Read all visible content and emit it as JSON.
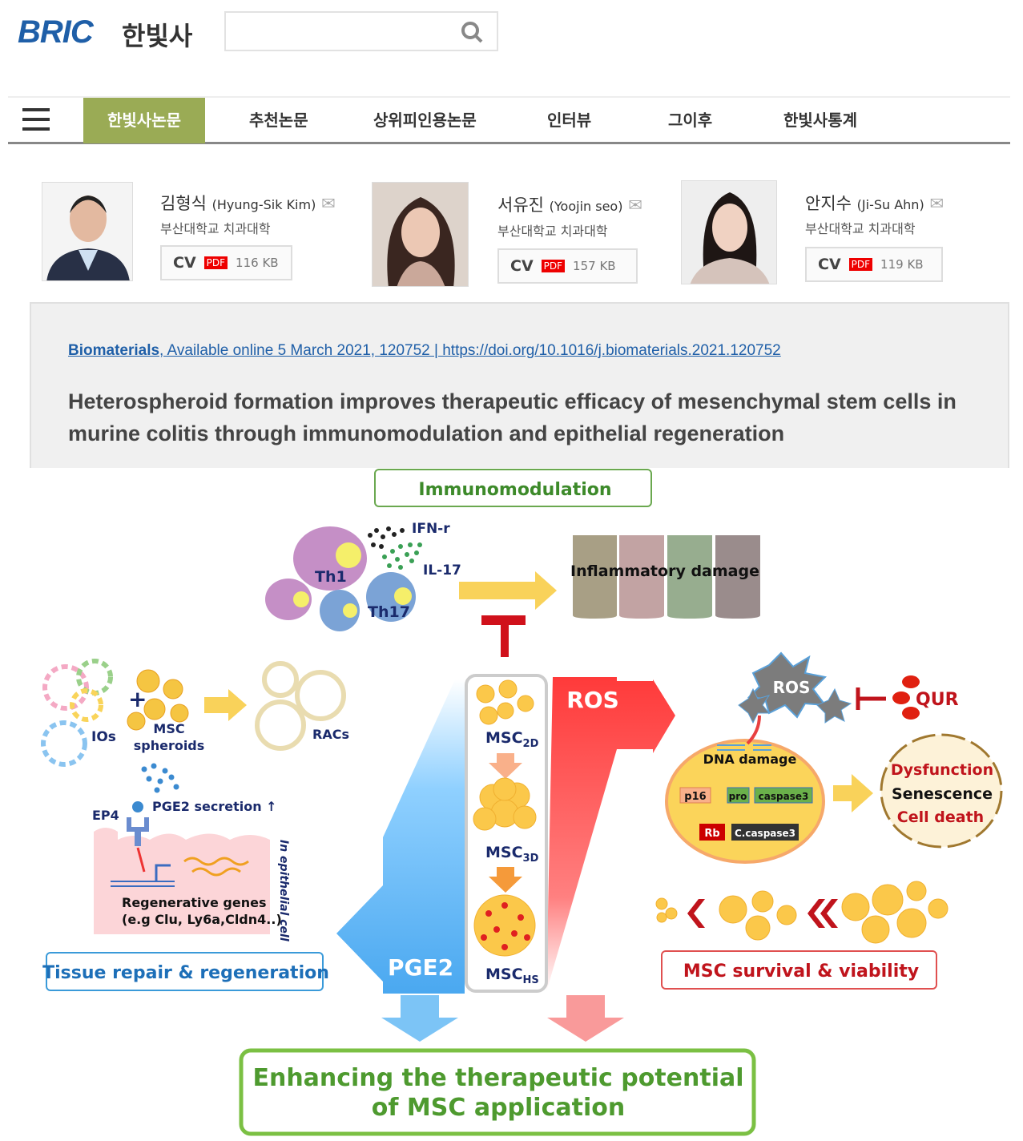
{
  "header": {
    "logo": "BRIC",
    "logo_sub": "한빛사",
    "search_placeholder": ""
  },
  "nav": {
    "tabs": [
      "한빛사논문",
      "추천논문",
      "상위피인용논문",
      "인터뷰",
      "그이후",
      "한빛사통계"
    ],
    "active": "한빛사논문"
  },
  "authors": [
    {
      "name_kr": "김형식",
      "name_en": "(Hyung-Sik Kim)",
      "affiliation": "부산대학교 치과대학",
      "cv": "CV",
      "pdf": "PDF",
      "size": "116 KB"
    },
    {
      "name_kr": "서유진",
      "name_en": "(Yoojin seo)",
      "affiliation": "부산대학교 치과대학",
      "cv": "CV",
      "pdf": "PDF",
      "size": "157 KB"
    },
    {
      "name_kr": "안지수",
      "name_en": "(Ji-Su Ahn)",
      "affiliation": "부산대학교 치과대학",
      "cv": "CV",
      "pdf": "PDF",
      "size": "119 KB"
    }
  ],
  "paper": {
    "journal": "Biomaterials",
    "citation": ", Available online 5 March 2021, 120752 | https://doi.org/10.1016/j.biomaterials.2021.120752",
    "title": "Heterospheroid formation improves therapeutic efficacy of mesenchymal stem cells in murine colitis through immunomodulation and epithelial regeneration"
  },
  "figure": {
    "immunomodulation": "Immunomodulation",
    "th1": "Th1",
    "th17": "Th17",
    "ifn": "IFN-r",
    "il17": "IL-17",
    "inflammatory": "Inflammatory damage",
    "ios": "IOs",
    "msc": "MSC",
    "spheroids": "spheroids",
    "racs": "RACs",
    "pge2_secretion": "PGE2 secretion ↑",
    "ep4": "EP4",
    "regen1": "Regenerative genes",
    "regen2": "(e.g Clu, Ly6a,Cldn4..)",
    "in_cell": "In epithelial cell",
    "tissue_repair": "Tissue repair & regeneration",
    "msc2d": "MSC",
    "msc2d_sub": "2D",
    "msc3d": "MSC",
    "msc3d_sub": "3D",
    "mschs": "MSC",
    "mschs_sub": "HS",
    "pge2": "PGE2",
    "ros_arrow": "ROS",
    "ros": "ROS",
    "qur": "QUR",
    "dna": "DNA damage",
    "p16": "p16",
    "pro": "pro",
    "caspase3": "caspase3",
    "rb": "Rb",
    "ccaspase": "C.caspase3",
    "dysfunction": "Dysfunction",
    "senescence": "Senescence",
    "celldeath": "Cell death",
    "survival": "MSC survival & viability",
    "bottom1": "Enhancing the therapeutic potential",
    "bottom2": "of MSC application"
  },
  "colors": {
    "brand": "#1f5fa8",
    "tab_active": "#9aab55",
    "green": "#3d8a2a",
    "blue": "#1d6fb8",
    "red": "#c0141c"
  }
}
